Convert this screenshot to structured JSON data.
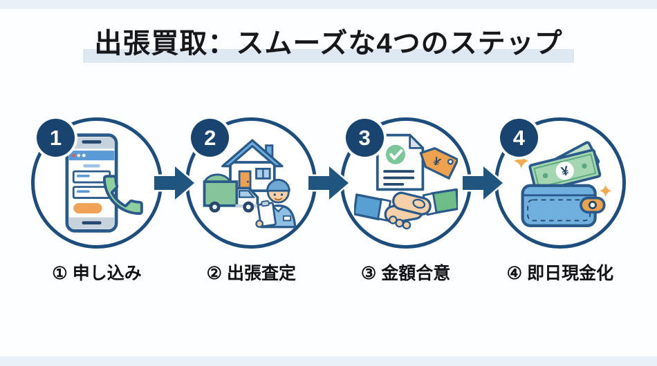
{
  "page": {
    "background": "#fdfeff",
    "top_bar_color": "#e9f1f8",
    "bottom_bar_color": "#e9f1f8"
  },
  "title": {
    "text": "出張買取：スムーズな4つのステップ",
    "text_color": "#17181c",
    "highlight_color": "#dde8f2"
  },
  "colors": {
    "circle_ring": "#1d4d7c",
    "number_badge_bg": "#1a4470",
    "arrow": "#20557f",
    "outline_navy": "#2a5a8a",
    "accent_orange": "#efa24e",
    "accent_green": "#8ecf9e",
    "accent_blue": "#5b9bd5"
  },
  "steps": [
    {
      "number": "1",
      "circled_number": "①",
      "label": "申し込み",
      "icon": "smartphone-call-icon"
    },
    {
      "number": "2",
      "circled_number": "②",
      "label": "出張査定",
      "icon": "house-truck-appraiser-icon"
    },
    {
      "number": "3",
      "circled_number": "③",
      "label": "金額合意",
      "icon": "handshake-contract-icon"
    },
    {
      "number": "4",
      "circled_number": "④",
      "label": "即日現金化",
      "icon": "wallet-cash-yen-icon"
    }
  ]
}
